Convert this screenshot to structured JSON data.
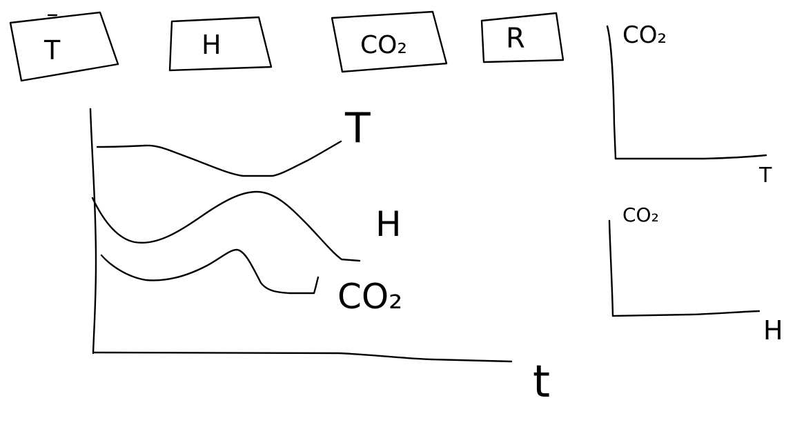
{
  "buttons": [
    {
      "id": "T",
      "label": "T"
    },
    {
      "id": "H",
      "label": "H"
    },
    {
      "id": "CO2",
      "label": "CO₂"
    },
    {
      "id": "R",
      "label": "R"
    }
  ],
  "main_plot": {
    "series": [
      {
        "name": "T",
        "label": "T"
      },
      {
        "name": "H",
        "label": "H"
      },
      {
        "name": "CO2",
        "label": "CO₂"
      }
    ],
    "x_axis_label": "t"
  },
  "small_plot_top": {
    "y_label": "CO₂",
    "x_label": "T"
  },
  "small_plot_bottom": {
    "y_label": "CO₂",
    "x_label": "H"
  },
  "colors": {
    "ink": "#000000",
    "background": "#ffffff"
  }
}
